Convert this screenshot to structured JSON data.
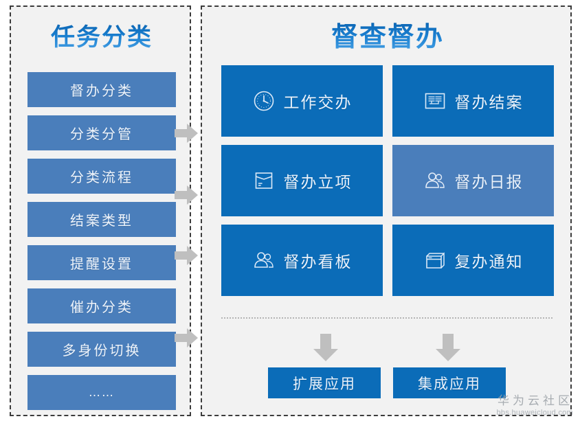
{
  "left_panel": {
    "title": "任务分类",
    "items": [
      {
        "label": "督办分类",
        "style": "normal"
      },
      {
        "label": "分类分管",
        "style": "normal"
      },
      {
        "label": "分类流程",
        "style": "normal"
      },
      {
        "label": "结案类型",
        "style": "normal"
      },
      {
        "label": "提醒设置",
        "style": "normal"
      },
      {
        "label": "催办分类",
        "style": "normal"
      },
      {
        "label": "多身份切换",
        "style": "normal"
      },
      {
        "label": "……",
        "style": "dots"
      }
    ]
  },
  "connectors": [
    {
      "name": "connector-arrow-1",
      "icon": "arrow-right-icon"
    },
    {
      "name": "connector-arrow-2",
      "icon": "arrow-right-icon"
    },
    {
      "name": "connector-arrow-3",
      "icon": "arrow-right-icon"
    },
    {
      "name": "connector-arrow-4",
      "icon": "arrow-right-icon"
    }
  ],
  "right_panel": {
    "title": "督查督办",
    "tiles": [
      {
        "label": "工作交办",
        "icon": "clock-icon",
        "variant": "dark"
      },
      {
        "label": "督办结案",
        "icon": "archive-icon",
        "variant": "dark"
      },
      {
        "label": "督办立项",
        "icon": "folder-icon",
        "variant": "dark"
      },
      {
        "label": "督办日报",
        "icon": "users-icon",
        "variant": "light"
      },
      {
        "label": "督办看板",
        "icon": "users-icon",
        "variant": "dark"
      },
      {
        "label": "复办通知",
        "icon": "window-icon",
        "variant": "dark"
      }
    ],
    "bottom_arrows": [
      {
        "name": "down-arrow-expand",
        "icon": "arrow-down-icon"
      },
      {
        "name": "down-arrow-integrate",
        "icon": "arrow-down-icon"
      }
    ],
    "bottom_buttons": [
      {
        "label": "扩展应用"
      },
      {
        "label": "集成应用"
      }
    ]
  },
  "watermark": {
    "main": "华为云社区",
    "url": "bbs.huaweicloud.com"
  },
  "colors": {
    "tile_dark": "#0b6cb8",
    "tile_light": "#4a7ebb",
    "sidebar_item": "#4a7ebb",
    "panel_bg": "#f2f2f2",
    "page_bg": "#ffffff",
    "arrow_grey": "#bfbfbf",
    "title_gradient_top": "#0b63b0",
    "title_gradient_bottom": "#4fa6e8",
    "dashed_border": "#3b3b3b",
    "divider": "#b4b4b4"
  }
}
